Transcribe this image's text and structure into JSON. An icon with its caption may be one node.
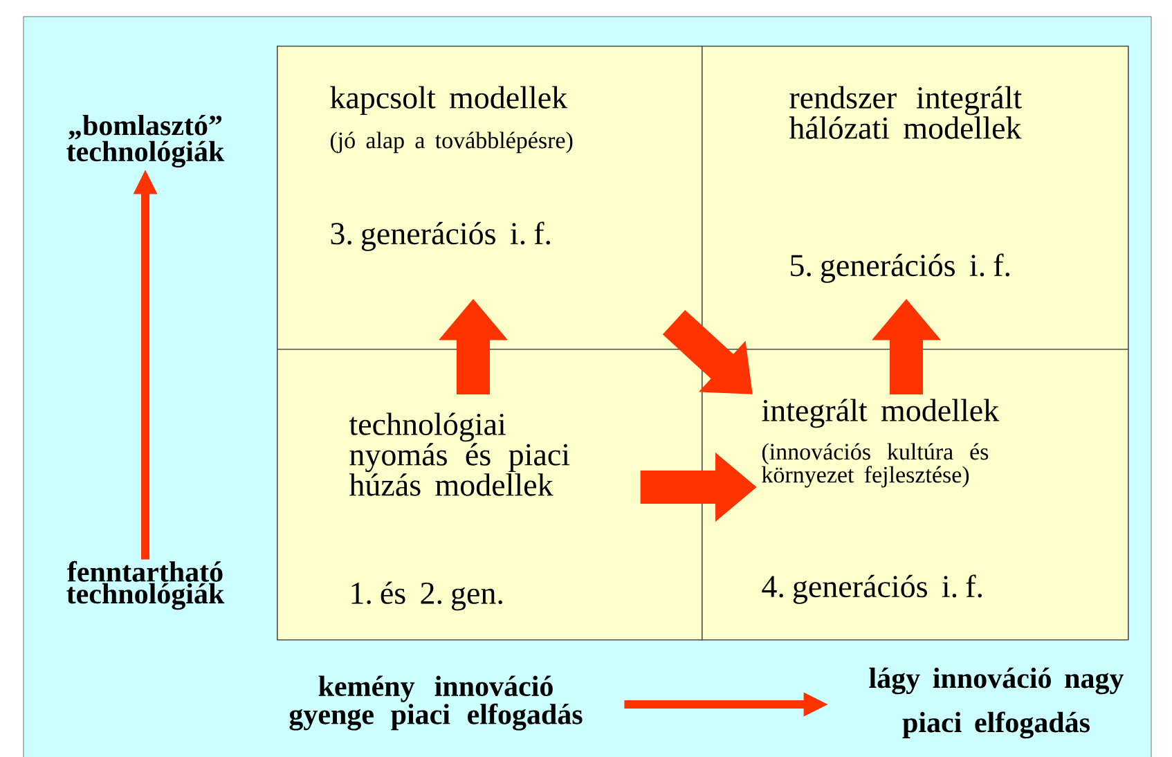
{
  "diagram": {
    "nodes": [
      {
        "text": [
          "kapcsolt modellek",
          "(jó alap a továbblépésre)",
          "3. generációs i. f."
        ]
      },
      {
        "text": [
          "rendszer integrált hálózati modellek",
          "5. generációs i. f."
        ]
      },
      {
        "text": [
          "technológiai nyomás és piaci húzás modellek",
          "1. és 2. gen."
        ]
      },
      {
        "text": [
          "integrált modellek",
          "(innovációs kultúra és környezet fejlesztése)",
          "4. generációs i. f."
        ]
      },
      {
        "text": [
          "„bomlasztó” technológiák"
        ]
      },
      {
        "text": [
          "fenntartható technológiák"
        ]
      },
      {
        "text": [
          "kemény innováció gyenge piaci elfogadás"
        ]
      },
      {
        "text": [
          "lágy innováció nagy piaci elfogadás"
        ]
      }
    ],
    "edges": [
      {
        "from": 2,
        "to": 0,
        "arrow": "to"
      },
      {
        "from": 0,
        "to": 3,
        "arrow": "to"
      },
      {
        "from": 2,
        "to": 3,
        "arrow": "to"
      },
      {
        "from": 3,
        "to": 1,
        "arrow": "to"
      },
      {
        "from": 5,
        "to": 4,
        "arrow": "to"
      },
      {
        "from": 6,
        "to": 7,
        "arrow": "to"
      }
    ]
  }
}
